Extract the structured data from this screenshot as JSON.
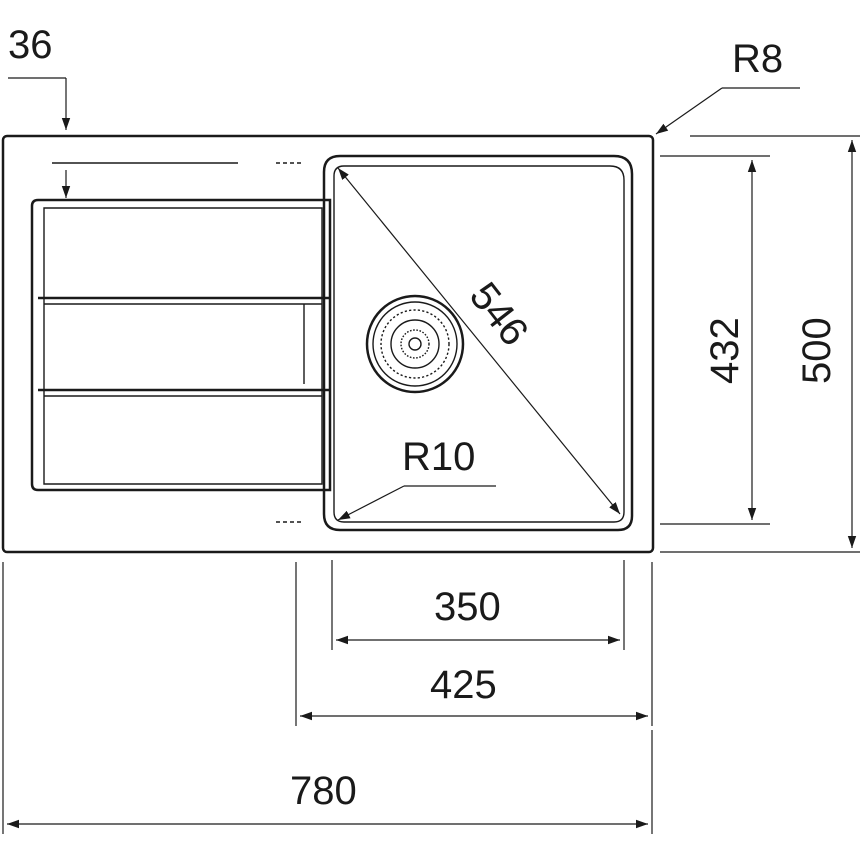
{
  "drawing": {
    "dimensions": {
      "drainer_offset": "36",
      "corner_radius_outer": "R8",
      "bowl_diagonal": "546",
      "bowl_corner_radius": "R10",
      "bowl_depth": "432",
      "overall_depth": "500",
      "bowl_width": "350",
      "bowl_cabinet_width": "425",
      "overall_width": "780"
    },
    "colors": {
      "line": "#1a1a1a",
      "background": "#ffffff"
    }
  }
}
